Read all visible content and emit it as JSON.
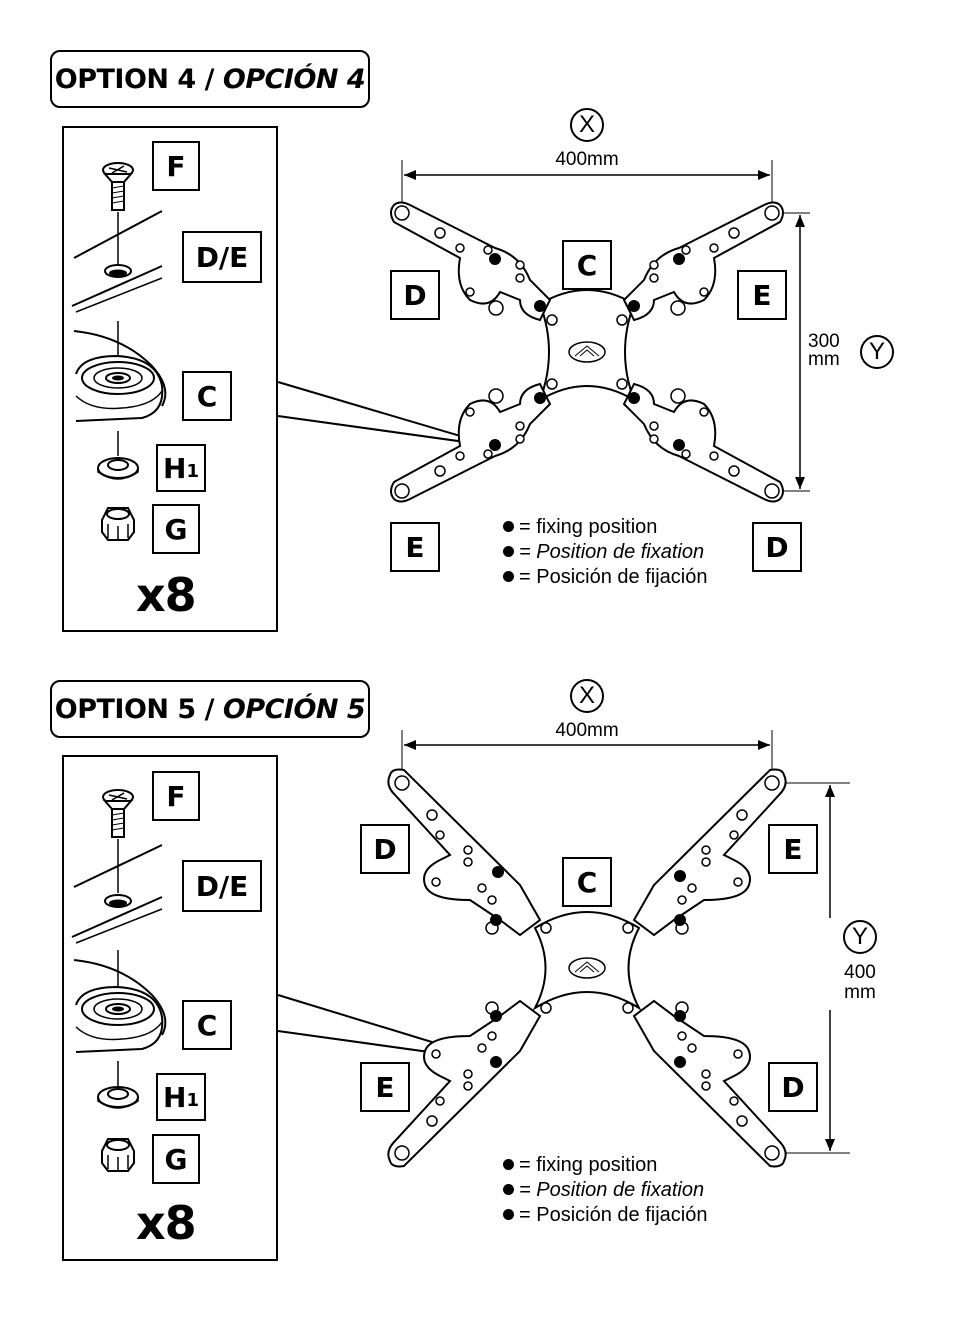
{
  "options": [
    {
      "title_main": "OPTION 4 / ",
      "title_italic": "OPCIÓN 4",
      "x_label": "X",
      "x_dim": "400mm",
      "y_label": "Y",
      "y_dim_line1": "300",
      "y_dim_line2": "mm",
      "parts": {
        "f": "F",
        "de": "D/E",
        "c": "C",
        "h1_main": "H",
        "h1_sub": "1",
        "g": "G",
        "qty": "x8"
      },
      "plate_labels": {
        "center": "C",
        "left_top": "D",
        "right_top": "E",
        "left_bottom": "E",
        "right_bottom": "D"
      },
      "legend": [
        "= fixing position",
        "= Position de fixation",
        "= Posición de fijación"
      ]
    },
    {
      "title_main": "OPTION 5 / ",
      "title_italic": "OPCIÓN 5",
      "x_label": "X",
      "x_dim": "400mm",
      "y_label": "Y",
      "y_dim_line1": "400",
      "y_dim_line2": "mm",
      "parts": {
        "f": "F",
        "de": "D/E",
        "c": "C",
        "h1_main": "H",
        "h1_sub": "1",
        "g": "G",
        "qty": "x8"
      },
      "plate_labels": {
        "center": "C",
        "left_top": "D",
        "right_top": "E",
        "left_bottom": "E",
        "right_bottom": "D"
      },
      "legend": [
        "= fixing position",
        "= Position de fixation",
        "= Posición de fijación"
      ]
    }
  ]
}
